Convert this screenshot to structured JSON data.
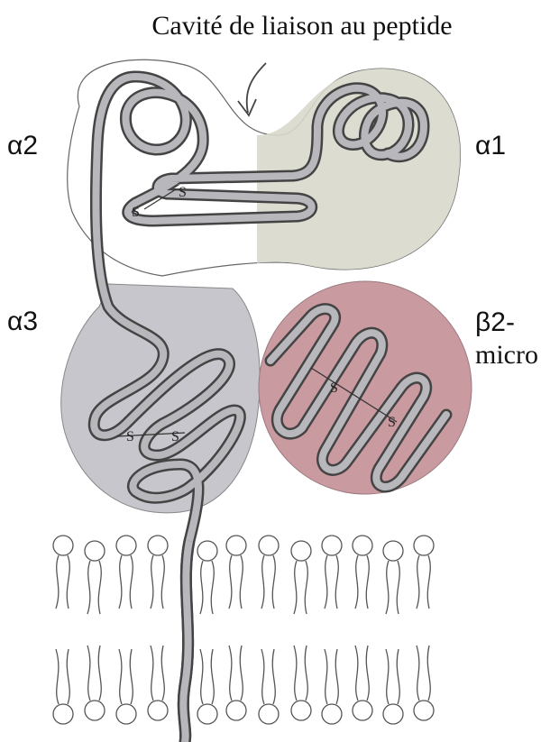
{
  "title": "Cavité de liaison au peptide",
  "domains": {
    "alpha1": "α1",
    "alpha2": "α2",
    "alpha3": "α3",
    "beta2_line1": "β2-",
    "beta2_line2": "micro"
  },
  "disulfide_label": "S",
  "colors": {
    "alpha1_fill": "#d8d8cc",
    "alpha3_fill": "#c6c6cc",
    "beta2_fill": "#c99aa0",
    "chain_fill": "#b8b8bc",
    "chain_outline": "#444444"
  }
}
